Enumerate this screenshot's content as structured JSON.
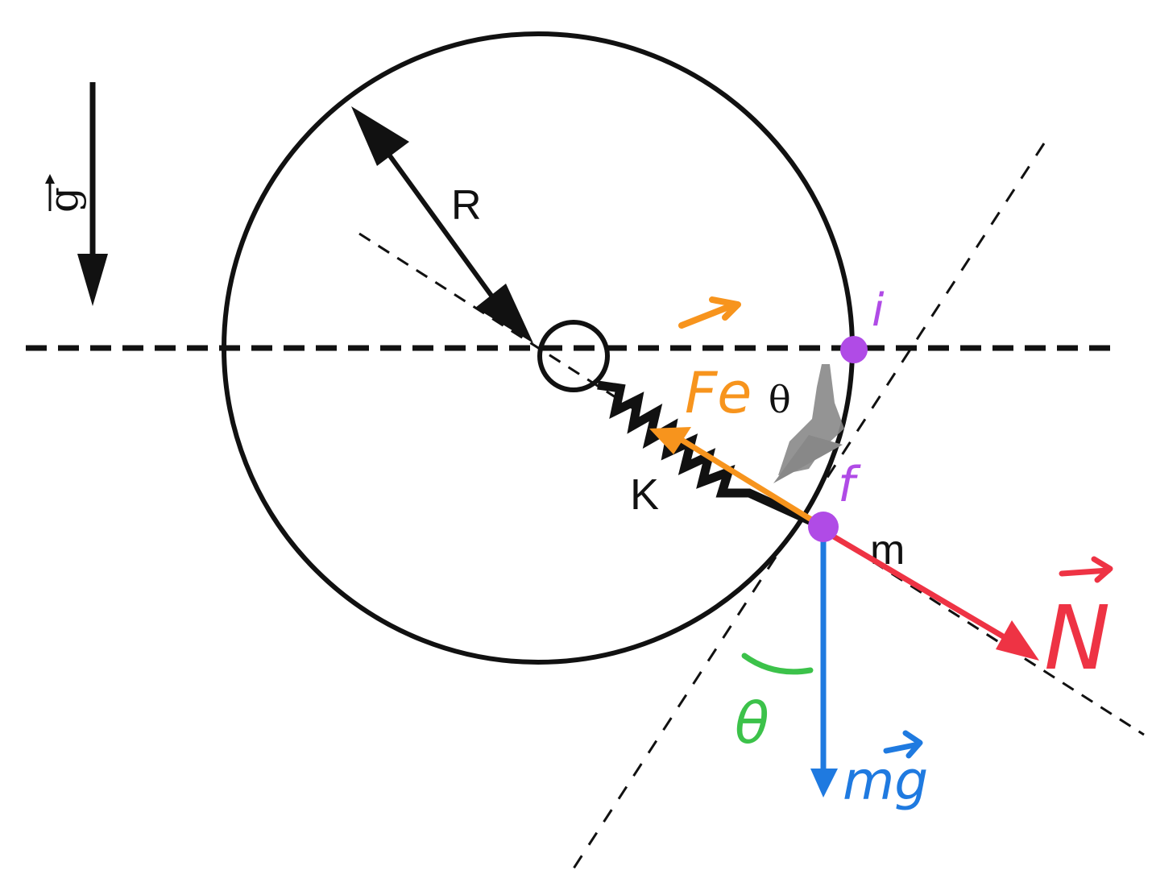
{
  "labels": {
    "gravity": "g",
    "radius": "R",
    "spring": "K",
    "mass": "m",
    "angle": "θ",
    "angle_green": "θ",
    "initial_point": "i",
    "final_point": "f",
    "elastic_force": "Fe",
    "normal_force": "N",
    "weight": "mg"
  },
  "colors": {
    "structure": "#111111",
    "elastic_force": "#f7941d",
    "normal_force": "#ee3344",
    "weight": "#1f7ae0",
    "angle_mark": "#3cc24a",
    "points": "#b04be6",
    "angle_wedge": "#888888"
  }
}
